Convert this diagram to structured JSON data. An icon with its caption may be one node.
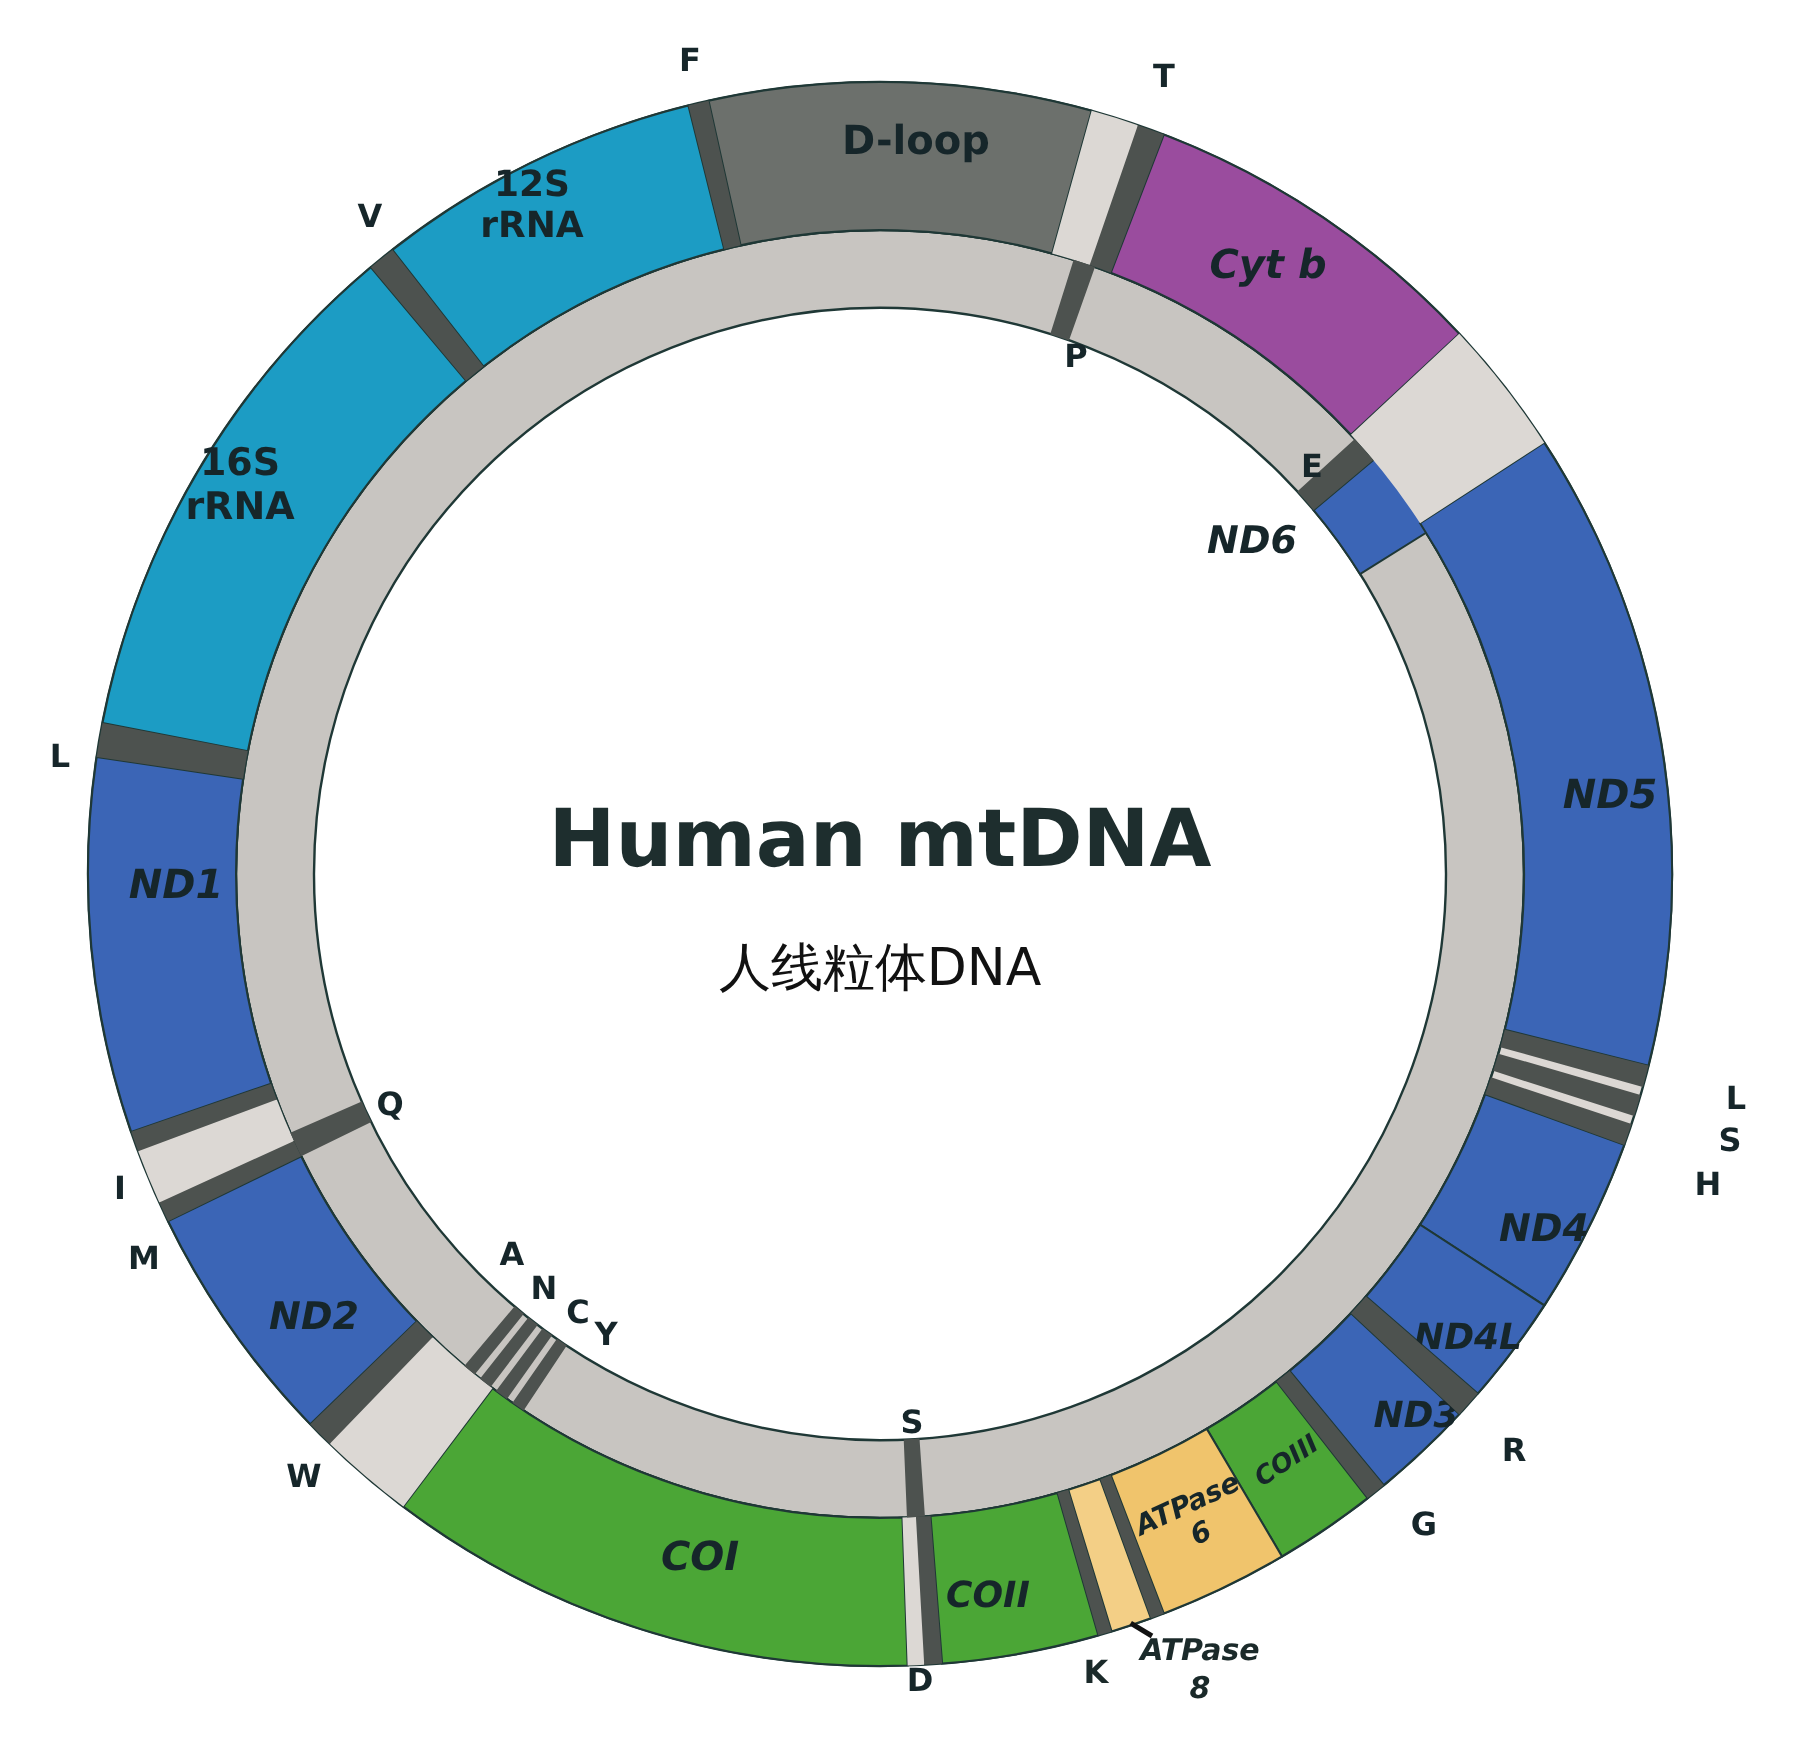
{
  "diagram": {
    "title": "Human mtDNA",
    "caption": "人线粒体DNA",
    "nodes": [
      {
        "text": [
          "D-loop"
        ]
      },
      {
        "text": [
          "12S rRNA"
        ]
      },
      {
        "text": [
          "Cyt b"
        ]
      },
      {
        "text": [
          "16S rRNA"
        ]
      },
      {
        "text": [
          "ND6"
        ]
      },
      {
        "text": [
          "ND5"
        ]
      },
      {
        "text": [
          "ND1"
        ]
      },
      {
        "text": [
          "ND4"
        ]
      },
      {
        "text": [
          "ND2"
        ]
      },
      {
        "text": [
          "ND4L"
        ]
      },
      {
        "text": [
          "ND3"
        ]
      },
      {
        "text": [
          "COIII"
        ]
      },
      {
        "text": [
          "ATPase 6"
        ]
      },
      {
        "text": [
          "COI"
        ]
      },
      {
        "text": [
          "COII"
        ]
      },
      {
        "text": [],
        "shape": "bar"
      },
      {
        "text": [
          "ATPase 8"
        ]
      },
      {
        "text": [],
        "shape": "bar"
      },
      {
        "text": [],
        "shape": "bar"
      },
      {
        "text": [],
        "shape": "bar"
      },
      {
        "text": [],
        "shape": "bar"
      },
      {
        "text": [],
        "shape": "bar"
      },
      {
        "text": [],
        "shape": "bar",
        "beside": [
          "F"
        ]
      },
      {
        "text": [],
        "shape": "bar",
        "beside": [
          "T"
        ]
      },
      {
        "text": [],
        "shape": "bar",
        "beside": [
          "V"
        ]
      },
      {
        "text": [],
        "shape": "bar",
        "beside": [
          "P"
        ]
      },
      {
        "text": [],
        "shape": "bar",
        "beside": [
          "E"
        ]
      },
      {
        "text": [],
        "shape": "bar",
        "beside": [
          "L"
        ]
      },
      {
        "text": [],
        "shape": "bar",
        "beside": [
          "L"
        ]
      },
      {
        "text": [],
        "shape": "bar",
        "beside": [
          "Q"
        ]
      },
      {
        "text": [],
        "shape": "bar",
        "beside": [
          "S"
        ]
      },
      {
        "text": [],
        "shape": "bar",
        "beside": [
          "I"
        ]
      },
      {
        "text": [],
        "shape": "bar",
        "beside": [
          "H"
        ]
      },
      {
        "text": [],
        "shape": "bar",
        "beside": [
          "M"
        ]
      },
      {
        "text": [],
        "shape": "bar",
        "beside": [
          "A"
        ]
      },
      {
        "text": [],
        "shape": "bar",
        "beside": [
          "N"
        ]
      },
      {
        "text": [],
        "shape": "bar",
        "beside": [
          "C"
        ]
      },
      {
        "text": [],
        "shape": "bar",
        "beside": [
          "Y"
        ]
      },
      {
        "text": [],
        "shape": "bar",
        "beside": [
          "S"
        ]
      },
      {
        "text": [],
        "shape": "bar",
        "beside": [
          "R"
        ]
      },
      {
        "text": [],
        "shape": "bar",
        "beside": [
          "W"
        ]
      },
      {
        "text": [],
        "shape": "bar",
        "beside": [
          "G"
        ]
      },
      {
        "text": [],
        "shape": "bar"
      },
      {
        "text": [],
        "shape": "bar"
      },
      {
        "text": [],
        "shape": "bar",
        "beside": [
          "D"
        ]
      }
    ],
    "edges": [
      {
        "from": 16,
        "to": 15,
        "arrow": "none"
      }
    ],
    "labels": [
      "K"
    ]
  }
}
